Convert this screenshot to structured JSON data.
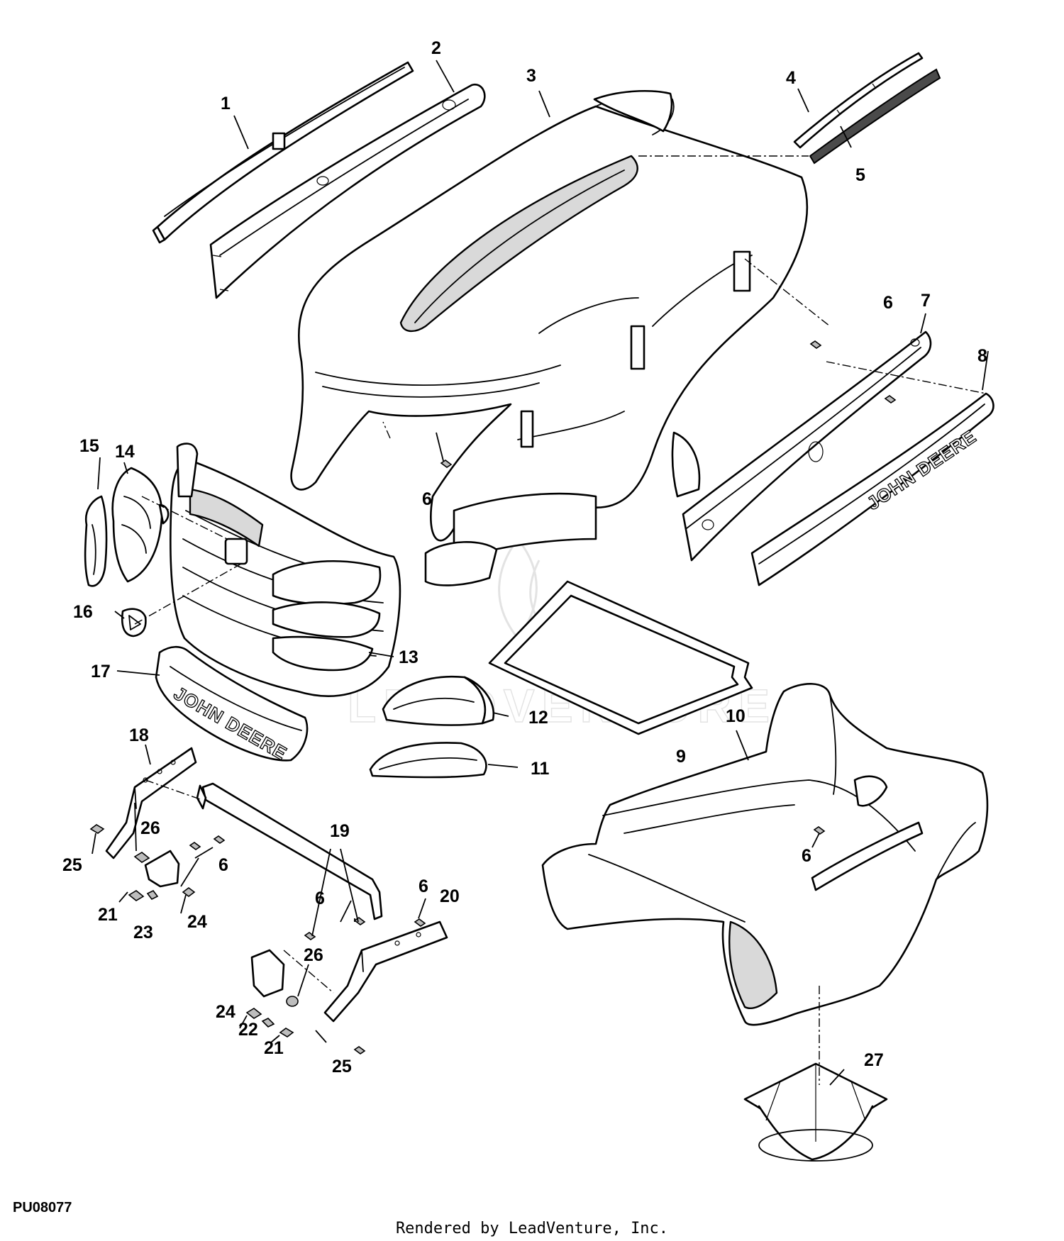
{
  "figure_id": "PU08077",
  "credit": "Rendered by LeadVenture, Inc.",
  "watermark": "LEADVENTURE",
  "emblem_text": "JOHN DEERE",
  "callouts": {
    "c1": "1",
    "c2": "2",
    "c3": "3",
    "c4": "4",
    "c5": "5",
    "c6a": "6",
    "c6b": "6",
    "c6c": "6",
    "c6d": "6",
    "c6e": "6",
    "c6f": "6",
    "c7": "7",
    "c8": "8",
    "c9": "9",
    "c10": "10",
    "c11": "11",
    "c12": "12",
    "c13": "13",
    "c14": "14",
    "c15": "15",
    "c16": "16",
    "c17": "17",
    "c18": "18",
    "c19": "19",
    "c20": "20",
    "c21a": "21",
    "c21b": "21",
    "c22": "22",
    "c23": "23",
    "c24a": "24",
    "c24b": "24",
    "c25a": "25",
    "c25b": "25",
    "c26a": "26",
    "c26b": "26",
    "c27": "27"
  }
}
